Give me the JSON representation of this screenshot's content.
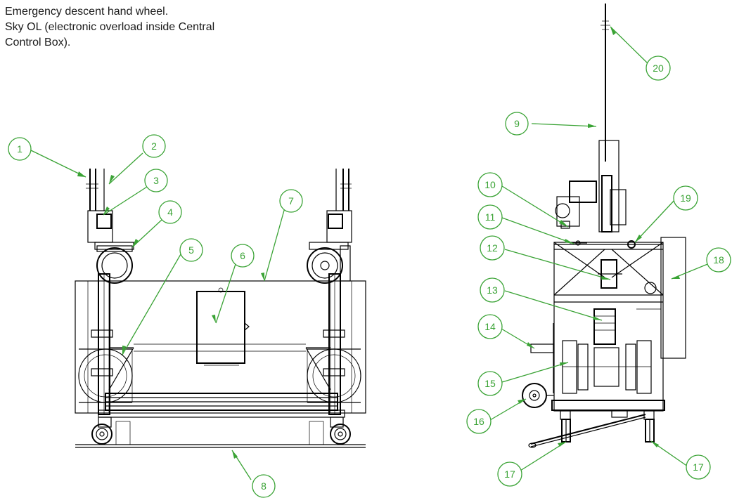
{
  "caption": {
    "line1": "Emergency descent hand wheel.",
    "line2": "Sky OL (electronic overload inside Central",
    "line3": "Control Box)."
  },
  "colors": {
    "callout": "#3aa335",
    "drawing": "#000000",
    "background": "#ffffff"
  },
  "callouts": {
    "c1": "1",
    "c2": "2",
    "c3": "3",
    "c4": "4",
    "c5": "5",
    "c6": "6",
    "c7": "7",
    "c8": "8",
    "c9": "9",
    "c10": "10",
    "c11": "11",
    "c12": "12",
    "c13": "13",
    "c14": "14",
    "c15": "15",
    "c16": "16",
    "c17a": "17",
    "c17b": "17",
    "c18": "18",
    "c19": "19",
    "c20": "20"
  }
}
